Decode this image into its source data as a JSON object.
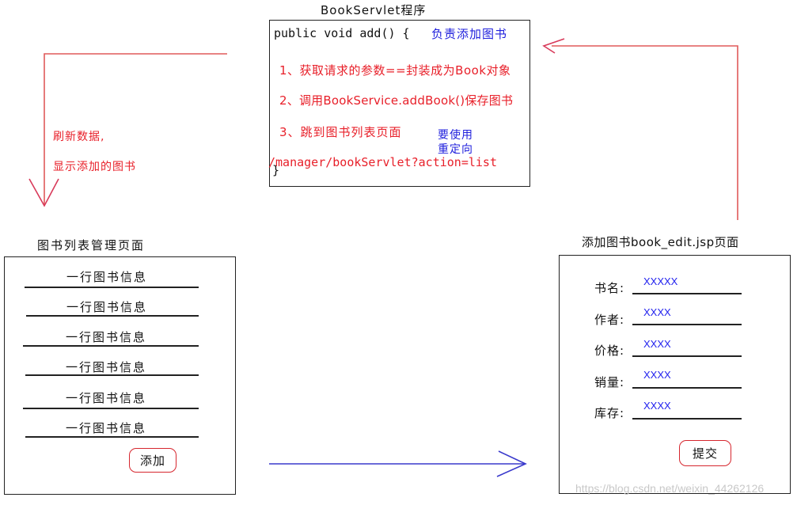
{
  "servlet": {
    "title": "BookServlet程序",
    "signature": "public void add() {",
    "signature_comment": "负责添加图书",
    "steps": [
      "1、获取请求的参数==封装成为Book对象",
      "2、调用BookService.addBook()保存图书",
      "3、跳到图书列表页面"
    ],
    "redirect_note_line1": "要使用",
    "redirect_note_line2": "重定向",
    "redirect_url": "/manager/bookServlet?action=list",
    "closing_brace": "}"
  },
  "left_annotation": {
    "line1": "刷新数据,",
    "line2": "显示添加的图书"
  },
  "list_page": {
    "title": "图书列表管理页面",
    "rows": [
      "一行图书信息",
      "一行图书信息",
      "一行图书信息",
      "一行图书信息",
      "一行图书信息",
      "一行图书信息"
    ],
    "add_button": "添加"
  },
  "edit_page": {
    "title": "添加图书book_edit.jsp页面",
    "fields": [
      {
        "label": "书名:",
        "value": "XXXXX"
      },
      {
        "label": "作者:",
        "value": "XXXX"
      },
      {
        "label": "价格:",
        "value": "XXXX"
      },
      {
        "label": "销量:",
        "value": "XXXX"
      },
      {
        "label": "库存:",
        "value": "XXXX"
      }
    ],
    "submit_button": "提交"
  },
  "colors": {
    "red_arrow": "#e05a5a",
    "red_text": "#e8202a",
    "blue_text": "#2222dd",
    "blue_arrow": "#3a3acc",
    "border": "#222222"
  },
  "watermark": "https://blog.csdn.net/weixin_44262126"
}
